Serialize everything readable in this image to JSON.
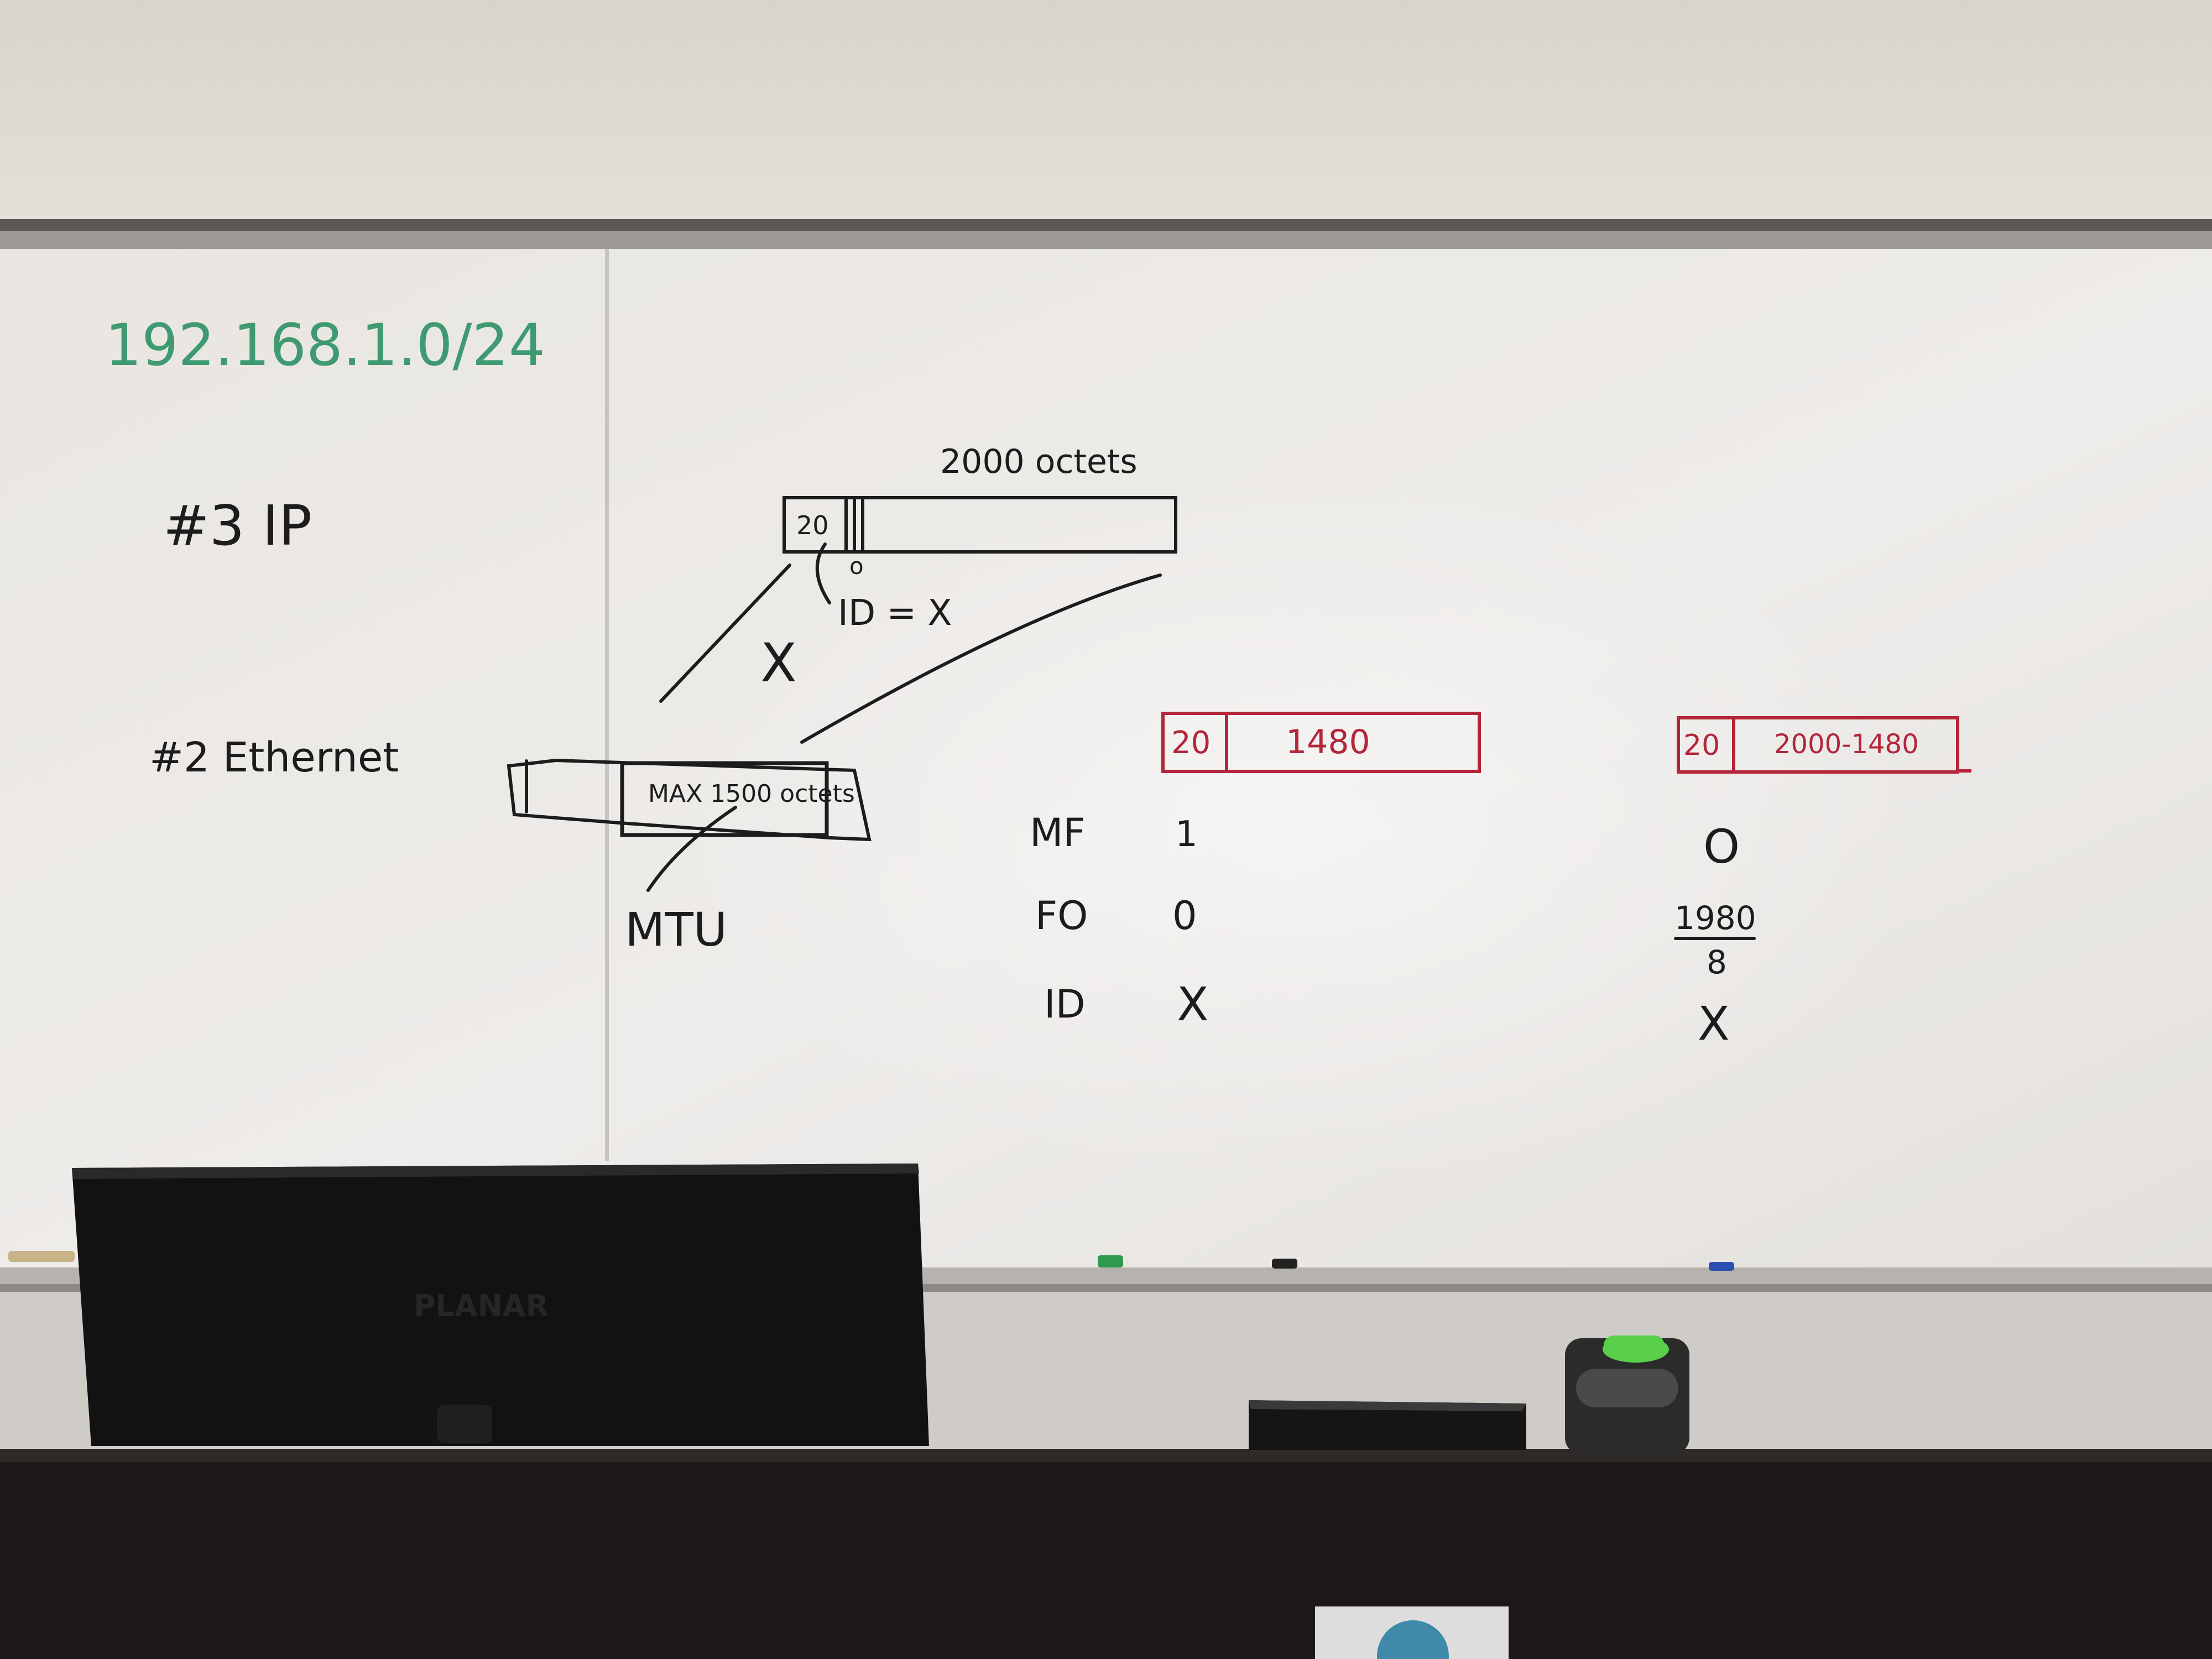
{
  "colors": {
    "wall": "#dcd8d2",
    "whiteboard": "#ebe9e6",
    "marker_black": "#1c1c1c",
    "marker_green": "#3f9a72",
    "marker_red": "#b3263a",
    "desk": "#1c1817",
    "monitor": "#121212",
    "bottle_cap": "#5ad04a"
  },
  "whiteboard": {
    "left_panel": {
      "subnet": "192.168.1.0/24",
      "layer3": "#3 IP",
      "layer2": "#2 Ethernet",
      "mtu_label": "MTU"
    },
    "ethernet_frame": {
      "max_label": "MAX 1500 octets"
    },
    "ip_packet": {
      "size_label": "2000 octets",
      "header": "20",
      "offset_mark": "o",
      "id_label": "ID = X",
      "cross": "X"
    },
    "fields": {
      "mf": "MF",
      "fo": "FO",
      "id": "ID"
    },
    "fragment_1": {
      "header": "20",
      "payload": "1480",
      "mf": "1",
      "fo": "0",
      "id": "X"
    },
    "fragment_2": {
      "header": "20",
      "payload": "2000-1480",
      "mf": "O",
      "fo_numerator": "1980",
      "fo_denominator": "8",
      "id": "X"
    }
  },
  "monitor": {
    "brand": "PLANAR"
  }
}
